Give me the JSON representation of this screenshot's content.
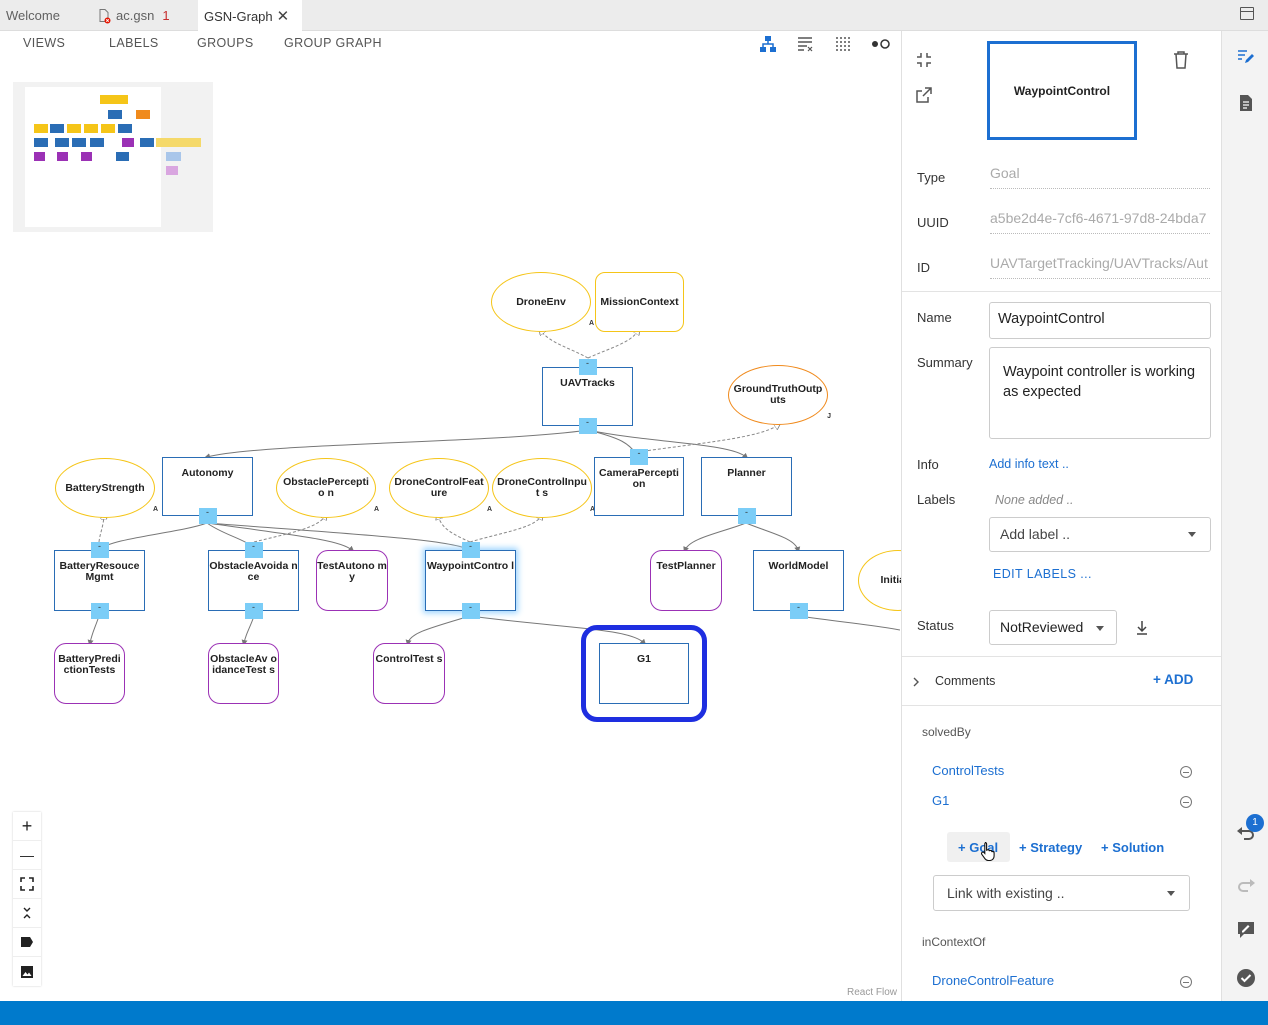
{
  "tabs": [
    {
      "label": "Welcome"
    },
    {
      "label": "ac.gsn",
      "problems": "1"
    },
    {
      "label": "GSN-Graph",
      "close": "✕"
    }
  ],
  "toolbar": {
    "views": "VIEWS",
    "labels": "LABELS",
    "groups": "GROUPS",
    "group_graph": "GROUP GRAPH"
  },
  "graph": {
    "nodes": [
      {
        "id": "DroneEnv",
        "kind": "context",
        "mark": "A"
      },
      {
        "id": "MissionContext",
        "kind": "assumption"
      },
      {
        "id": "UAVTracks",
        "kind": "goal"
      },
      {
        "id": "GroundTruthOutputs",
        "label": "GroundTruthOutp uts",
        "kind": "justification",
        "mark": "J"
      },
      {
        "id": "BatteryStrength",
        "kind": "context",
        "mark": "A"
      },
      {
        "id": "Autonomy",
        "kind": "goal"
      },
      {
        "id": "ObstaclePerception",
        "label": "ObstaclePerceptio n",
        "kind": "context",
        "mark": "A"
      },
      {
        "id": "DroneControlFeature",
        "label": "DroneControlFeat ure",
        "kind": "context",
        "mark": "A"
      },
      {
        "id": "DroneControlInputs",
        "label": "DroneControlInput s",
        "kind": "context",
        "mark": "A"
      },
      {
        "id": "CameraPerception",
        "label": "CameraPercepti on",
        "kind": "goal"
      },
      {
        "id": "Planner",
        "kind": "goal"
      },
      {
        "id": "BatteryResourceMgmt",
        "label": "BatteryResouce Mgmt",
        "kind": "goal"
      },
      {
        "id": "ObstacleAvoidance",
        "label": "ObstacleAvoida nce",
        "kind": "goal"
      },
      {
        "id": "TestAutonomy",
        "label": "TestAutono my",
        "kind": "solution"
      },
      {
        "id": "WaypointControl",
        "label": "WaypointContro l",
        "kind": "goal",
        "selected": true
      },
      {
        "id": "TestPlanner",
        "kind": "solution"
      },
      {
        "id": "WorldModel",
        "kind": "goal"
      },
      {
        "id": "InitialC",
        "label": "InitialC",
        "kind": "context"
      },
      {
        "id": "BatteryPredictionTests",
        "label": "BatteryPredi ctionTests",
        "kind": "solution"
      },
      {
        "id": "ObstacleAvoidanceTests",
        "label": "ObstacleAv oidanceTest s",
        "kind": "solution"
      },
      {
        "id": "ControlTests",
        "label": "ControlTest s",
        "kind": "solution"
      },
      {
        "id": "G1",
        "kind": "goal",
        "highlighted": true
      }
    ],
    "handle_glyph": "-",
    "attribution": "React Flow"
  },
  "zoom_controls": {
    "zoom_in": "+",
    "zoom_out": "—"
  },
  "inspector": {
    "preview_title": "WaypointControl",
    "type_label": "Type",
    "type_value": "Goal",
    "uuid_label": "UUID",
    "uuid_value": "a5be2d4e-7cf6-4671-97d8-24bda7",
    "id_label": "ID",
    "id_value": "UAVTargetTracking/UAVTracks/Aut",
    "name_label": "Name",
    "name_value": "WaypointControl",
    "summary_label": "Summary",
    "summary_value": "Waypoint controller is working as expected",
    "info_label": "Info",
    "info_link": "Add info text ..",
    "labels_label": "Labels",
    "labels_none": "None added ..",
    "add_label_placeholder": "Add label ..",
    "edit_labels": "EDIT LABELS ...",
    "status_label": "Status",
    "status_value": "NotReviewed",
    "comments_label": "Comments",
    "comments_add": "+ ADD",
    "solved_by_label": "solvedBy",
    "solved_by": [
      "ControlTests",
      "G1"
    ],
    "add_goal": "+ Goal",
    "add_strategy": "+ Strategy",
    "add_solution": "+ Solution",
    "link_existing_placeholder": "Link with existing ..",
    "in_context_of_label": "inContextOf",
    "in_context_of": [
      "DroneControlFeature"
    ]
  },
  "rightbar": {
    "undo_badge": "1"
  },
  "colors": {
    "goal": "#2a6db5",
    "context": "#f5c518",
    "justification": "#f08a1c",
    "solution": "#9b31b5",
    "handle": "#7bcdf7",
    "accent": "#1c6fd1",
    "statusbar": "#007acc",
    "highlight_ring": "#1e2ee0"
  }
}
